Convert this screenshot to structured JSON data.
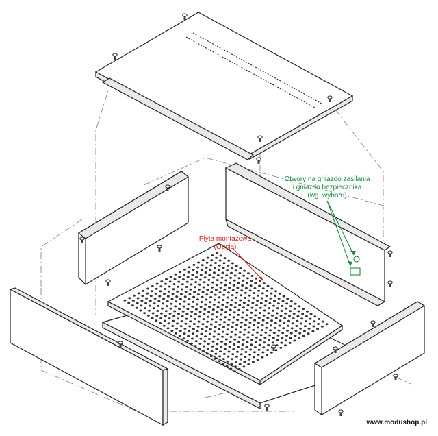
{
  "annotations": {
    "holes_line1": "Otwory na gniazdo zasilania",
    "holes_line2": "i gniazdo bezpiecznika",
    "holes_line3": "(wg. wyboru)",
    "plate_line1": "Płyta montażowa",
    "plate_line2": "(Opcja)"
  },
  "footer": {
    "url": "www.modushop.pl"
  },
  "colors": {
    "green": "#1a8a3c",
    "red": "#d0231c",
    "line": "#222222",
    "dash": "#888888"
  },
  "icons": [
    "screw-icon",
    "vent-slot-icon"
  ]
}
